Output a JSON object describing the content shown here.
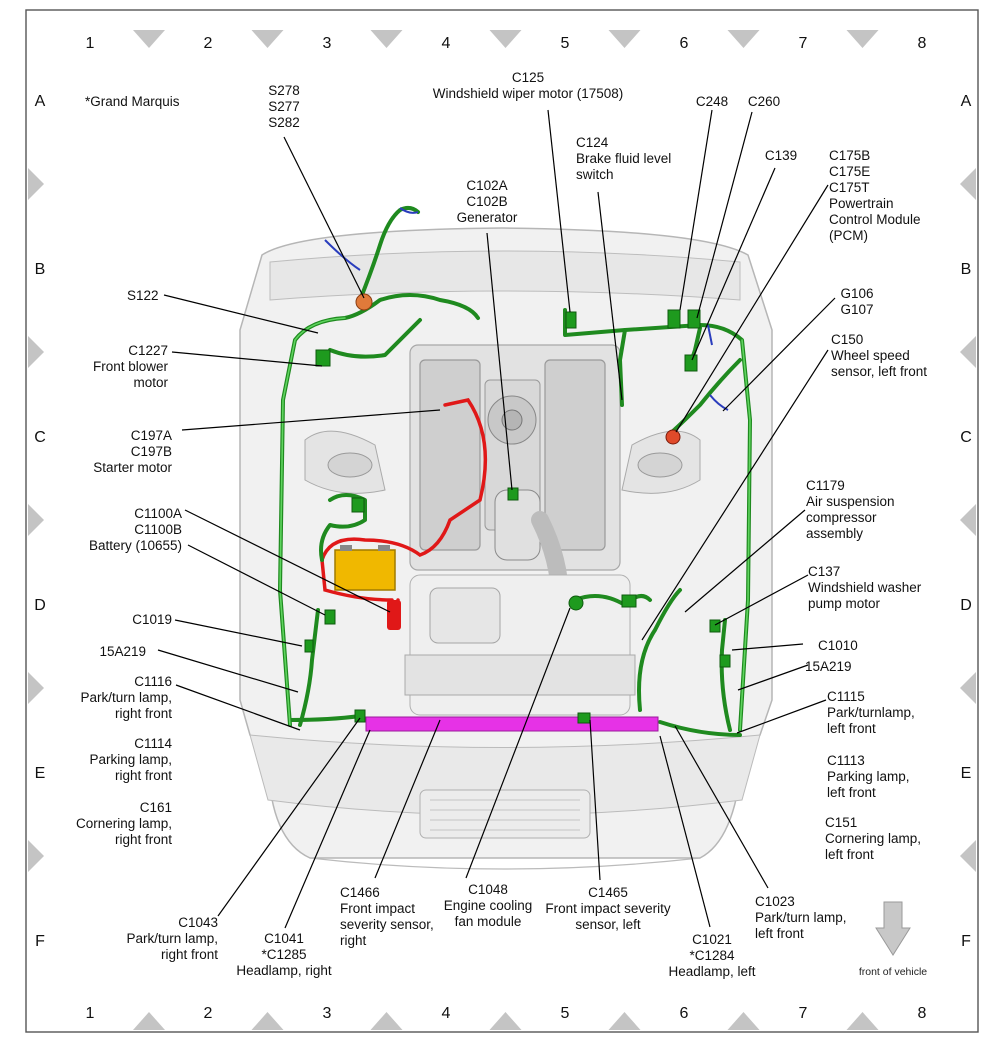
{
  "columns": [
    "1",
    "2",
    "3",
    "4",
    "5",
    "6",
    "7",
    "8"
  ],
  "rows": [
    "A",
    "B",
    "C",
    "D",
    "E",
    "F"
  ],
  "note": "*Grand Marquis",
  "front_label": "front of vehicle",
  "callouts": [
    {
      "id": "s278",
      "lines": [
        "S278",
        "S277",
        "S282"
      ]
    },
    {
      "id": "c125",
      "lines": [
        "C125",
        "Windshield wiper motor (17508)"
      ]
    },
    {
      "id": "c248",
      "lines": [
        "C248"
      ]
    },
    {
      "id": "c260",
      "lines": [
        "C260"
      ]
    },
    {
      "id": "c124",
      "lines": [
        "C124",
        "Brake fluid level",
        "switch"
      ]
    },
    {
      "id": "c139",
      "lines": [
        "C139"
      ]
    },
    {
      "id": "c175",
      "lines": [
        "C175B",
        "C175E",
        "C175T",
        "Powertrain",
        "Control Module",
        "(PCM)"
      ]
    },
    {
      "id": "c102",
      "lines": [
        "C102A",
        "C102B",
        "Generator"
      ]
    },
    {
      "id": "s122",
      "lines": [
        "S122"
      ]
    },
    {
      "id": "c1227",
      "lines": [
        "C1227",
        "Front blower",
        "motor"
      ]
    },
    {
      "id": "g106",
      "lines": [
        "G106",
        "G107"
      ]
    },
    {
      "id": "c150",
      "lines": [
        "C150",
        "Wheel speed",
        "sensor, left front"
      ]
    },
    {
      "id": "c197",
      "lines": [
        "C197A",
        "C197B",
        "Starter motor"
      ]
    },
    {
      "id": "c1100",
      "lines": [
        "C1100A",
        "C1100B",
        "Battery (10655)"
      ]
    },
    {
      "id": "c1179",
      "lines": [
        "C1179",
        "Air suspension",
        "compressor",
        "assembly"
      ]
    },
    {
      "id": "c137",
      "lines": [
        "C137",
        "Windshield washer",
        "pump motor"
      ]
    },
    {
      "id": "c1019",
      "lines": [
        "C1019"
      ]
    },
    {
      "id": "w15a219r",
      "lines": [
        "15A219"
      ]
    },
    {
      "id": "c1116",
      "lines": [
        "C1116",
        "Park/turn lamp,",
        "right front"
      ]
    },
    {
      "id": "c1114",
      "lines": [
        "C1114",
        "Parking lamp,",
        "right front"
      ]
    },
    {
      "id": "c161",
      "lines": [
        "C161",
        "Cornering lamp,",
        "right front"
      ]
    },
    {
      "id": "c1010",
      "lines": [
        "C1010"
      ]
    },
    {
      "id": "w15a219l",
      "lines": [
        "15A219"
      ]
    },
    {
      "id": "c1115",
      "lines": [
        "C1115",
        "Park/turnlamp,",
        "left front"
      ]
    },
    {
      "id": "c1113",
      "lines": [
        "C1113",
        "Parking lamp,",
        "left front"
      ]
    },
    {
      "id": "c151",
      "lines": [
        "C151",
        "Cornering lamp,",
        "left front"
      ]
    },
    {
      "id": "c1043",
      "lines": [
        "C1043",
        "Park/turn lamp,",
        "right front"
      ]
    },
    {
      "id": "c1041",
      "lines": [
        "C1041",
        "*C1285",
        "Headlamp, right"
      ]
    },
    {
      "id": "c1466",
      "lines": [
        "C1466",
        "Front impact",
        "severity sensor,",
        "right"
      ]
    },
    {
      "id": "c1048",
      "lines": [
        "C1048",
        "Engine cooling",
        "fan module"
      ]
    },
    {
      "id": "c1465",
      "lines": [
        "C1465",
        "Front impact severity",
        "sensor, left"
      ]
    },
    {
      "id": "c1021",
      "lines": [
        "C1021",
        "*C1284",
        "Headlamp, left"
      ]
    },
    {
      "id": "c1023",
      "lines": [
        "C1023",
        "Park/turn lamp,",
        "left front"
      ]
    }
  ]
}
